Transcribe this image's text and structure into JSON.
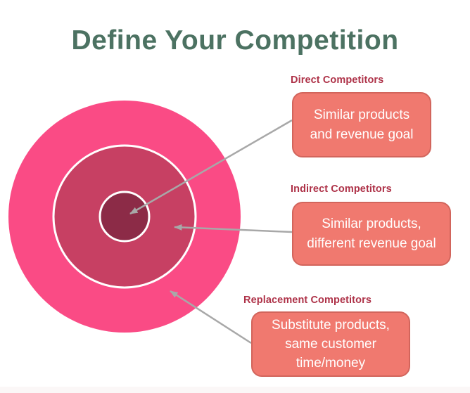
{
  "title": "Define Your Competition",
  "colors": {
    "background": "#FFFFFF",
    "title-green": "#4C7262",
    "ring-outer": "#FA4B85",
    "ring-middle": "#C74063",
    "ring-inner": "#8C2B47",
    "ring-stroke": "#FFFFFF",
    "arrow-gray": "#A8A8A8",
    "callout-fill": "#F0796F",
    "callout-border": "#D2655C",
    "callout-text": "#FFFFFF",
    "heading-red": "#AE3248",
    "footer-strip": "#FBF7F7"
  },
  "rings": [
    {
      "name": "inner",
      "meaning": "Direct Competitors"
    },
    {
      "name": "middle",
      "meaning": "Indirect Competitors"
    },
    {
      "name": "outer",
      "meaning": "Replacement Competitors"
    }
  ],
  "callouts": [
    {
      "heading": "Direct Competitors",
      "body": "Similar products\nand revenue goal",
      "target_ring": "inner"
    },
    {
      "heading": "Indirect Competitors",
      "body": "Similar products,\ndifferent revenue goal",
      "target_ring": "middle"
    },
    {
      "heading": "Replacement Competitors",
      "body": "Substitute products,\nsame customer\ntime/money",
      "target_ring": "outer"
    }
  ]
}
